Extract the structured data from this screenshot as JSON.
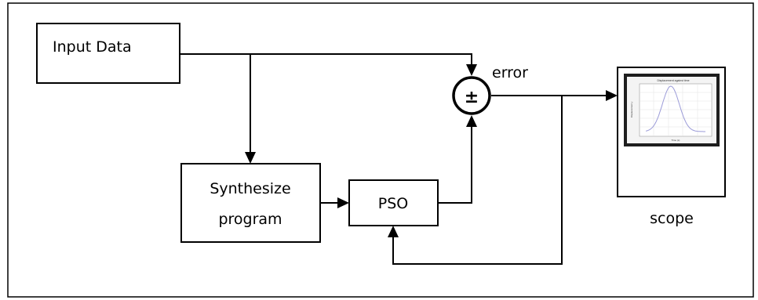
{
  "blocks": {
    "input": "Input Data",
    "synth_line1": "Synthesize",
    "synth_line2": "program",
    "pso": "PSO",
    "summer_symbol": "±",
    "error": "error",
    "scope": "scope"
  },
  "scope_plot": {
    "title": "Displacement against time",
    "ylabel": "Displacement y",
    "xlabel": "Time (s)",
    "curve_color": "#9b9bd8"
  }
}
